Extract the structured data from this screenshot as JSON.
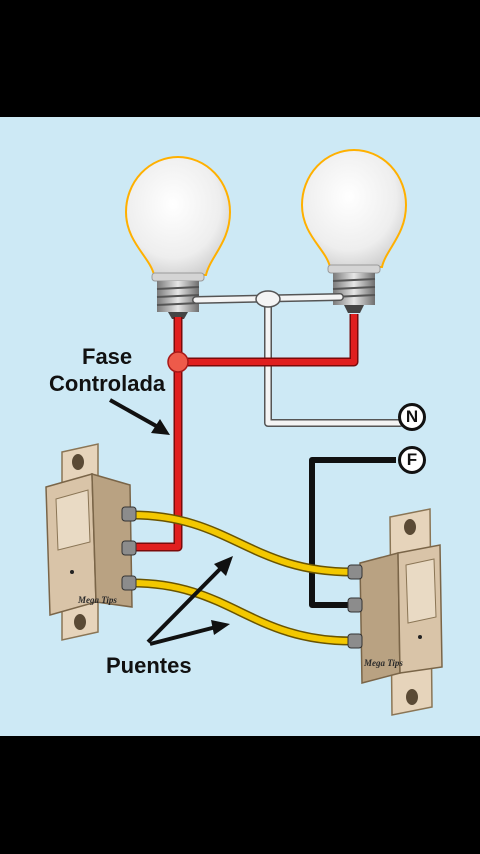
{
  "diagram": {
    "labels": {
      "fase_line1": "Fase",
      "fase_line2": "Controlada",
      "puentes": "Puentes"
    },
    "terminals": {
      "neutral": "N",
      "phase": "F"
    },
    "watermarks": {
      "left_switch": "Mega Tips",
      "right_switch": "Mega Tips"
    },
    "colors": {
      "background": "#cde9f5",
      "phase_wire": "#e01f1f",
      "neutral_wire": "#f4f4f4",
      "bridge_wire": "#f3c800",
      "supply_wire": "#222222",
      "switch_body": "#d9c4a8"
    }
  }
}
